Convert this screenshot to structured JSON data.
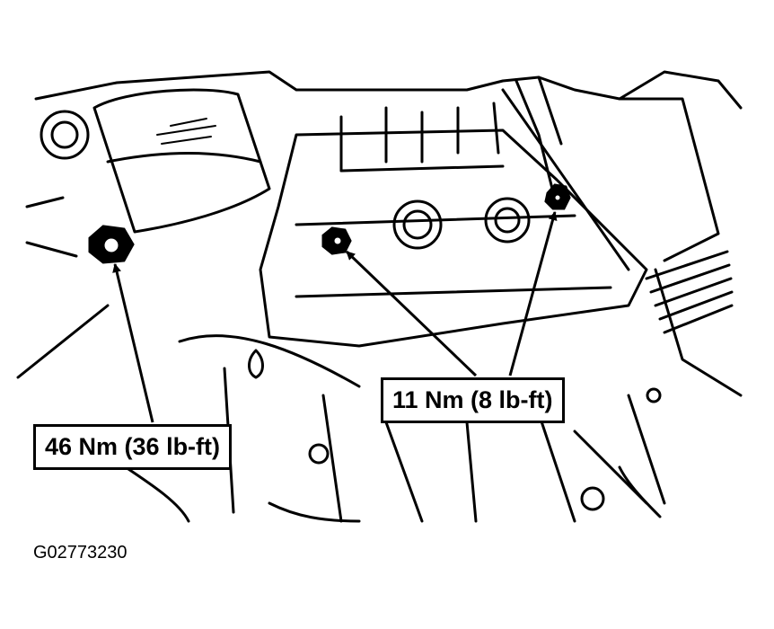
{
  "callouts": {
    "left_torque": "46 Nm (36 lb-ft)",
    "right_torque": "11 Nm (8 lb-ft)"
  },
  "figure_id": "G02773230"
}
